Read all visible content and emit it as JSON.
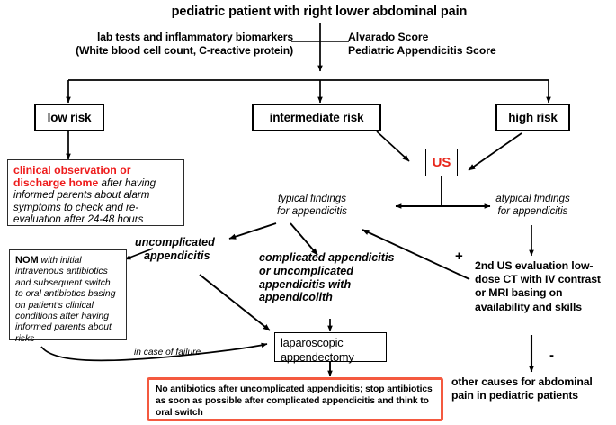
{
  "diagram": {
    "title": "pediatric patient with right lower abdominal pain",
    "header": {
      "left_line1": "lab tests and inflammatory biomarkers",
      "left_line2": "(White blood cell count, C-reactive protein)",
      "right_line1": "Alvarado Score",
      "right_line2": "Pediatric Appendicitis Score"
    },
    "risk": {
      "low": "low risk",
      "intermediate": "intermediate risk",
      "high": "high risk"
    },
    "us_box": "US",
    "observation_box": {
      "emphasis": "clinical observation or discharge home",
      "rest": " after having informed parents about alarm symptoms to check and re-evaluation after 24-48 hours"
    },
    "nom_box": {
      "emphasis": "NOM",
      "rest": " with initial intravenous antibiotics and subsequent switch to oral antibiotics basing on patient's clinical conditions after having informed parents about risks"
    },
    "findings": {
      "typical_line1": "typical findings",
      "typical_line2": "for appendicitis",
      "atypical_line1": "atypical findings",
      "atypical_line2": "for appendicitis"
    },
    "uncomplicated_label_line1": "uncomplicated",
    "uncomplicated_label_line2": "appendicitis",
    "complicated_label": "complicated appendicitis or uncomplicated appendicitis with appendicolith",
    "laparoscopic_box_line1": "laparoscopic",
    "laparoscopic_box_line2": "appendectomy",
    "failure_label": "in case of failure",
    "antibiotics_box": "No antibiotics after uncomplicated appendicitis; stop antibiotics as soon as possible after complicated appendicitis and think to oral switch",
    "second_evaluation": "2nd US evaluation low-dose CT with IV contrast or MRI basing on availability and skills",
    "other_causes": "other causes for abdominal pain in pediatric patients",
    "plus_sign": "+",
    "minus_sign": "-",
    "colors": {
      "red_text": "#ee1b1b",
      "us_red": "#e8271c",
      "red_border": "#f4593f",
      "stroke": "#000000",
      "background": "#ffffff"
    }
  }
}
